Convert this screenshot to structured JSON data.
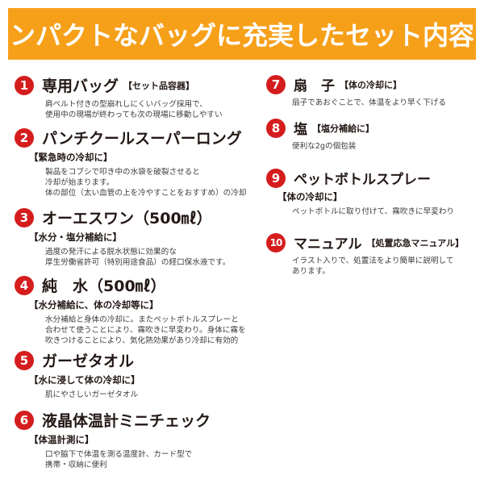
{
  "banner": {
    "title": "コンパクトなバッグに充実したセット内容！",
    "bg_color": "#f6a01a"
  },
  "accent_color": "#d51d1d",
  "items": [
    {
      "num": "1",
      "name": "専用バッグ",
      "tag": "【セット品容器】",
      "desc": "肩ベルト付きの型崩れしにくいバッグ採用で、\n使用中の現場が終わっても次の現場に移動しやすい"
    },
    {
      "num": "2",
      "name": "パンチクールスーパーロング",
      "tag": "【緊急時の冷却に】",
      "desc": "製品をコブシで叩き中の水袋を破裂させると\n冷却が始まります。\n体の部位（太い血管の上を冷やすことをおすすめ）の冷却"
    },
    {
      "num": "3",
      "name": "オーエスワン（500㎖）",
      "tag": "【水分・塩分補給に】",
      "desc": "過度の発汗による脱水状態に効果的な\n厚生労働省許可（特別用途食品）の経口保水液です。"
    },
    {
      "num": "4",
      "name": "純　水（500㎖）",
      "tag": "【水分補給に、体の冷却等に】",
      "desc": "水分補給と身体の冷却に。またペットボトルスプレーと\n合わせて使うことにより、霧吹きに早変わり。身体に霧を\n吹きつけることにより、気化熱効果があり冷却に有効的"
    },
    {
      "num": "5",
      "name": "ガーゼタオル",
      "tag": "【水に浸して体の冷却に】",
      "desc": "肌にやさしいガーゼタオル"
    },
    {
      "num": "6",
      "name": "液晶体温計ミニチェック",
      "tag": "【体温計測に】",
      "desc": "口や脇下で体温を測る温度計、カード型で\n携帯・収納に便利"
    },
    {
      "num": "7",
      "name": "扇　子",
      "tag": "【体の冷却に】",
      "desc": "扇子であおぐことで、体温をより早く下げる"
    },
    {
      "num": "8",
      "name": "塩",
      "tag": "【塩分補給に】",
      "desc": "便利な2gの個包装"
    },
    {
      "num": "9",
      "name": "ペットボトルスプレー",
      "tag": "【体の冷却に】",
      "desc": "ペットボトルに取り付けて、霧吹きに早変わり"
    },
    {
      "num": "10",
      "name": "マニュアル",
      "tag": "【処置応急マニュアル】",
      "desc": "イラスト入りで、処置法をより簡単に説明して\nあります。"
    }
  ]
}
